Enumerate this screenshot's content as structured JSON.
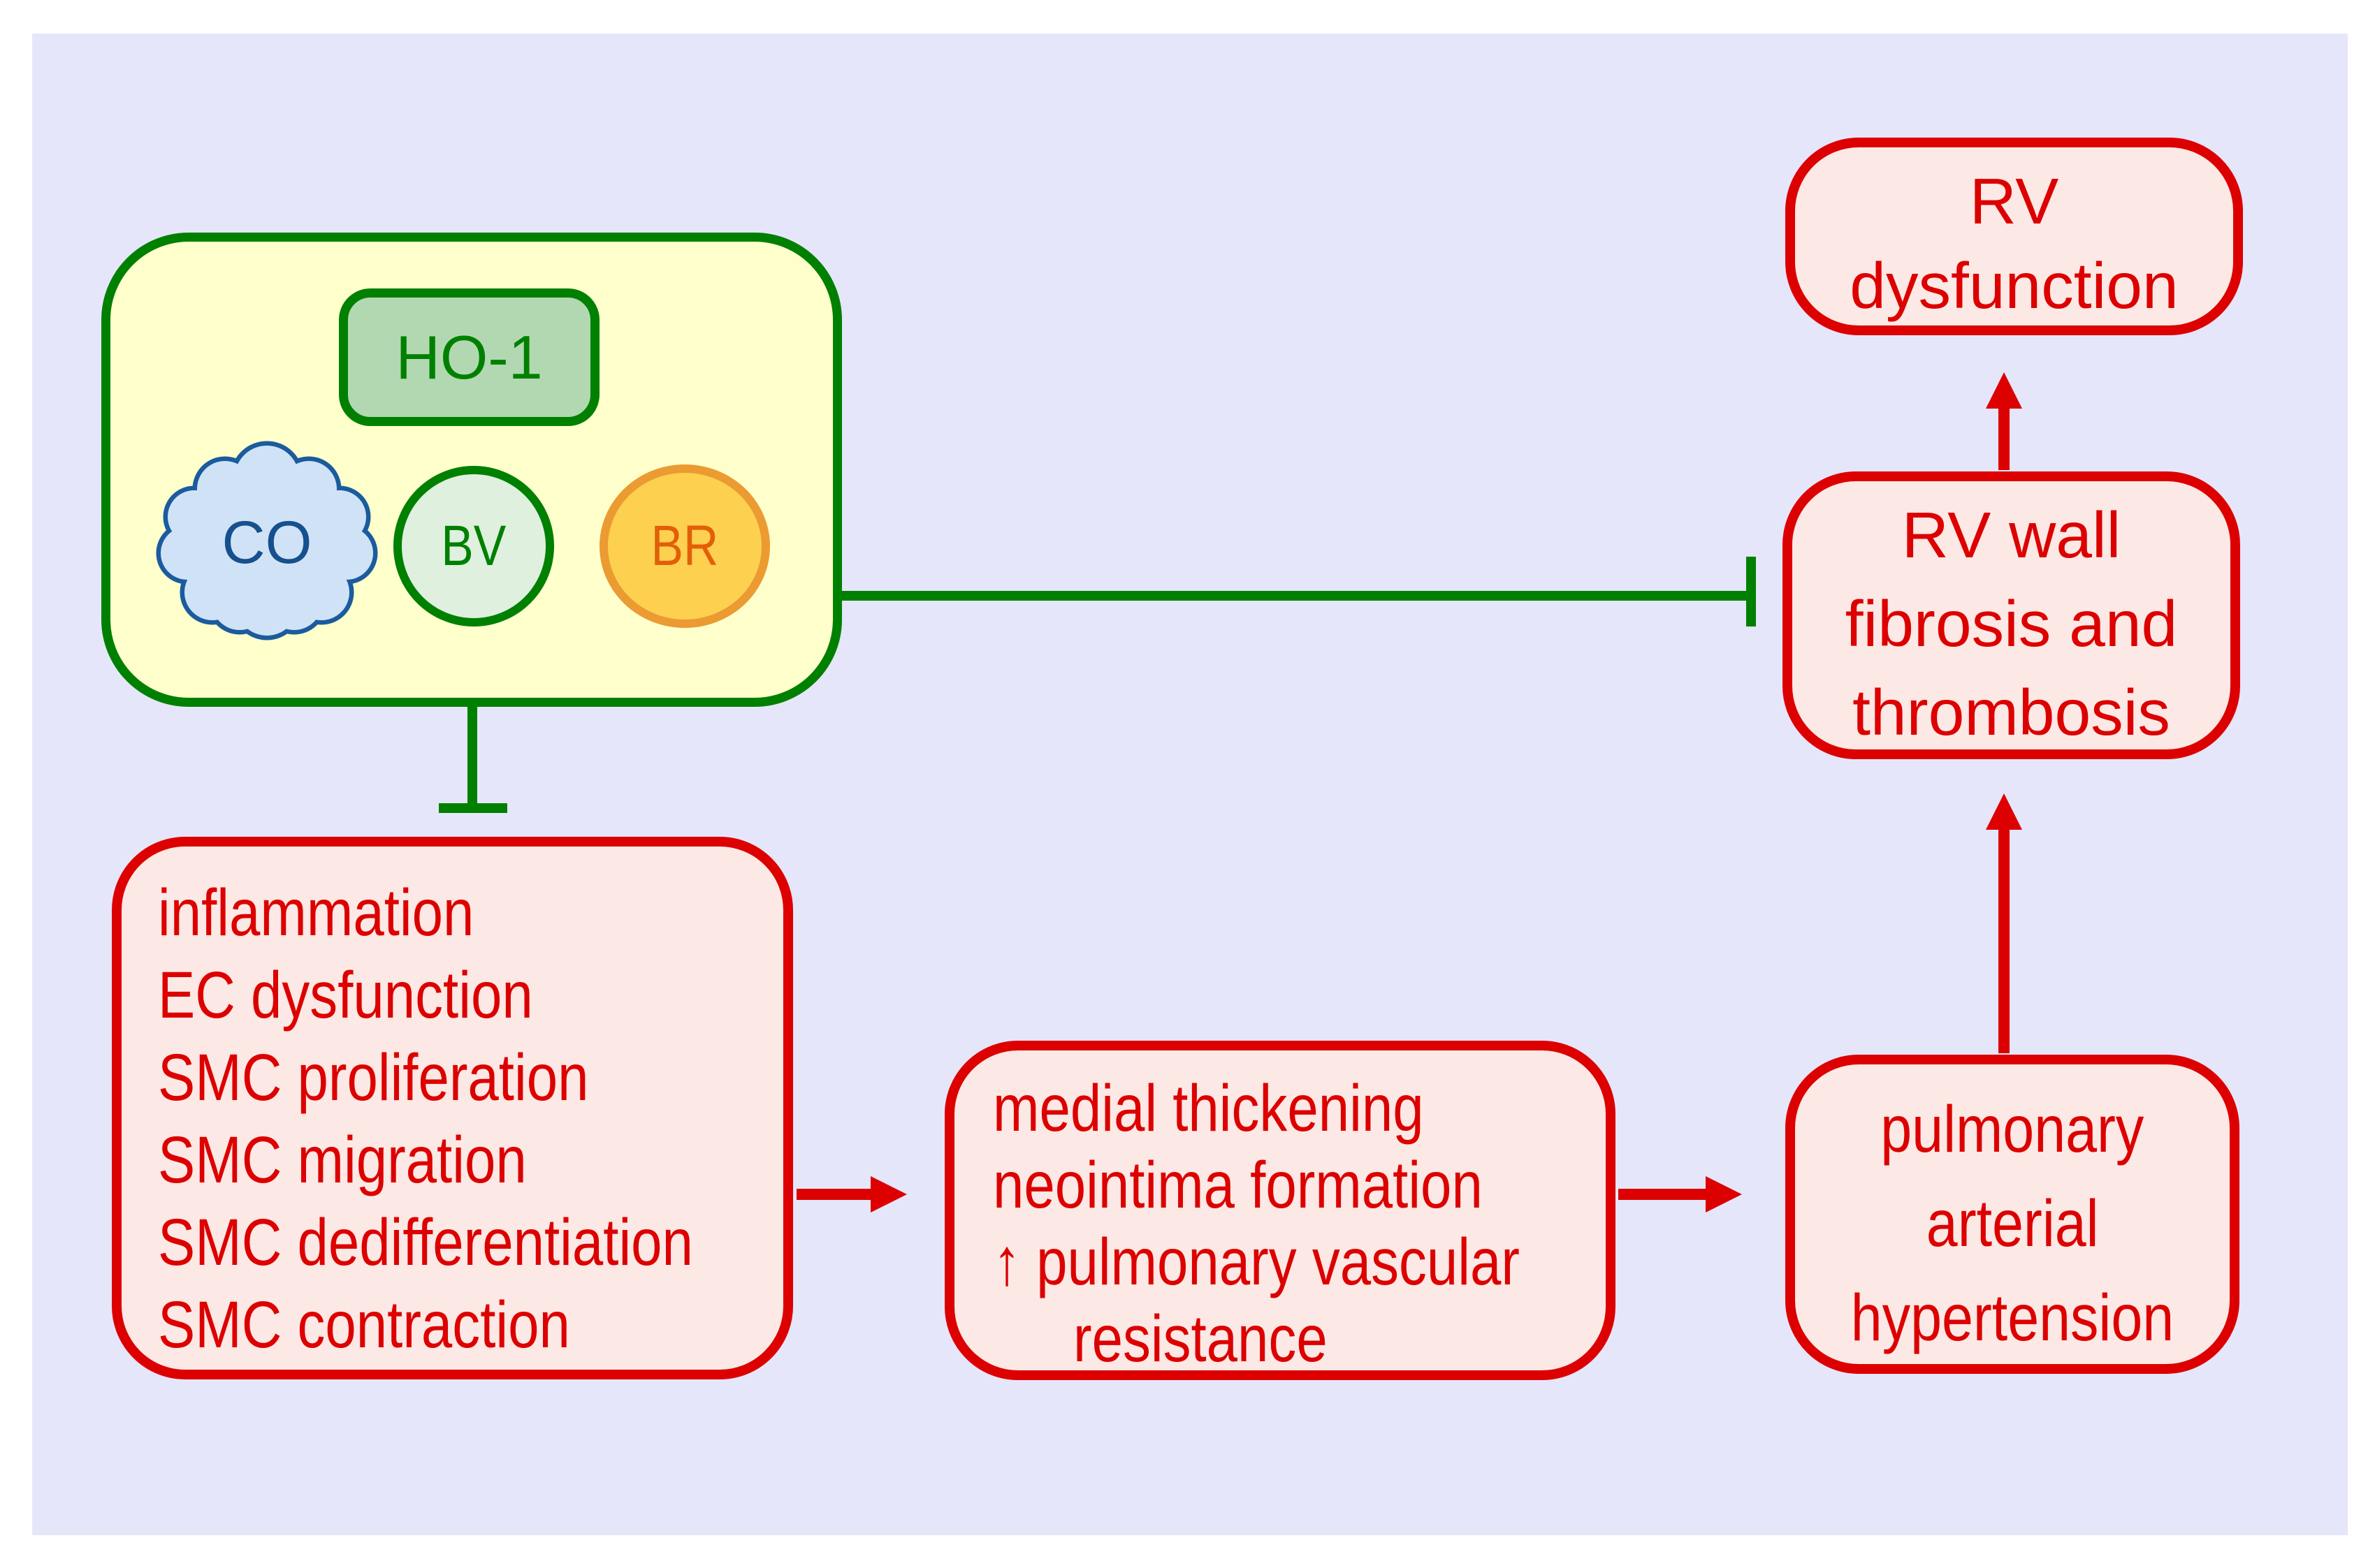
{
  "colors": {
    "page_bg": "#ffffff",
    "field_bg": "#e6e6fa",
    "green": "#008000",
    "yellow_fill": "#ffffcc",
    "ho1_fill": "#b2d8b2",
    "red": "#dc0000",
    "pink_fill": "#fce8e5",
    "cloud_border": "#1b5b9e",
    "cloud_fill": "#d0e3f6",
    "co_text": "#16508e",
    "bv_fill": "#dff0df",
    "br_fill": "#fdd050",
    "br_border": "#eb9b31",
    "br_text": "#e35f07"
  },
  "ho1_group": {
    "ho1_label": "HO-1",
    "co_label": "CO",
    "bv_label": "BV",
    "br_label": "BR"
  },
  "effects_box": {
    "lines": [
      "inflammation",
      "EC dysfunction",
      "SMC proliferation",
      "SMC migration",
      "SMC dedifferentiation",
      "SMC contraction"
    ]
  },
  "remodeling_box": {
    "lines": [
      "medial thickening",
      "neointima formation",
      "↑ pulmonary vascular",
      "resistance"
    ]
  },
  "pah_box": {
    "lines": [
      "pulmonary",
      "arterial",
      "hypertension"
    ]
  },
  "rv_wall_box": {
    "lines": [
      "RV wall",
      "fibrosis and",
      "thrombosis"
    ]
  },
  "rv_dysfunction_box": {
    "lines": [
      "RV",
      "dysfunction"
    ]
  },
  "connections": [
    {
      "from": "HO-1 / CO / BV / BR",
      "to": "inflammation & EC/SMC effects",
      "type": "inhibition",
      "color": "#008000"
    },
    {
      "from": "HO-1 / CO / BV / BR",
      "to": "RV wall fibrosis and thrombosis",
      "type": "inhibition",
      "color": "#008000"
    },
    {
      "from": "inflammation & EC/SMC effects",
      "to": "medial thickening / neointima / pulmonary vascular resistance",
      "type": "arrow",
      "color": "#dc0000"
    },
    {
      "from": "medial thickening / neointima / pulmonary vascular resistance",
      "to": "pulmonary arterial hypertension",
      "type": "arrow",
      "color": "#dc0000"
    },
    {
      "from": "pulmonary arterial hypertension",
      "to": "RV wall fibrosis and thrombosis",
      "type": "arrow",
      "color": "#dc0000"
    },
    {
      "from": "RV wall fibrosis and thrombosis",
      "to": "RV dysfunction",
      "type": "arrow",
      "color": "#dc0000"
    }
  ]
}
